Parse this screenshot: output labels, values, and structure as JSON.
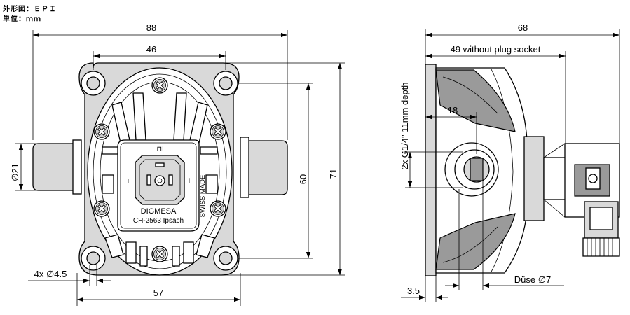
{
  "header": {
    "line1": "外形図：ＥＰＩ",
    "line2": "単位：ｍｍ"
  },
  "front_view": {
    "dim_width_total": "88",
    "dim_hole_spacing": "46",
    "dim_height_hole": "60",
    "dim_height_total": "71",
    "dim_port_diameter": "∅21",
    "dim_mount_holes": "4x ∅4.5",
    "dim_bottom_width": "57",
    "pin_plus": "+",
    "pin_ground": "⊥",
    "pin_pe": "⊓L",
    "brand": "DIGMESA",
    "address": "CH-2563 Ipsach",
    "made": "SWISS MADE"
  },
  "side_view": {
    "dim_total_length": "68",
    "dim_without_plug": "49 without plug socket",
    "dim_port_offset": "18",
    "dim_thread": "2x G1/4\" 11mm depth",
    "dim_flange": "3.5",
    "dim_nozzle": "Düse ∅7"
  }
}
